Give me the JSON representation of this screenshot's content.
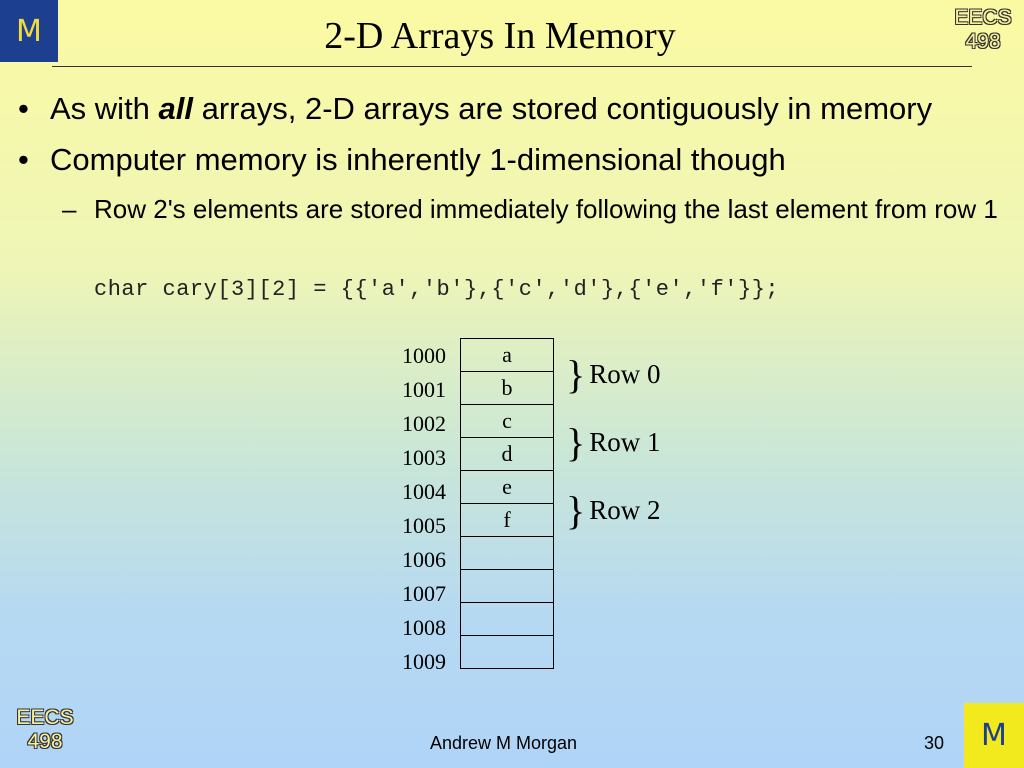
{
  "logo": {
    "letter": "M"
  },
  "badge": {
    "line1": "EECS",
    "line2": "498"
  },
  "title": "2-D Arrays In Memory",
  "bullets": {
    "b1_pre": "As with ",
    "b1_em": "all",
    "b1_post": " arrays, 2-D arrays are stored contiguously in memory",
    "b2": "Computer memory is inherently 1-dimensional though",
    "sub": "Row 2's elements are stored immediately following the last element from row 1",
    "bullet_char": "•",
    "dash_char": "–"
  },
  "code": "char cary[3][2] = {{'a','b'},{'c','d'},{'e','f'}};",
  "memory": {
    "addresses": [
      "1000",
      "1001",
      "1002",
      "1003",
      "1004",
      "1005",
      "1006",
      "1007",
      "1008",
      "1009"
    ],
    "values": [
      "a",
      "b",
      "c",
      "d",
      "e",
      "f",
      "",
      "",
      "",
      ""
    ]
  },
  "rows": {
    "brace": "}",
    "r0": "Row 0",
    "r1": "Row 1",
    "r2": "Row 2"
  },
  "footer": {
    "author": "Andrew M Morgan",
    "page": "30"
  }
}
